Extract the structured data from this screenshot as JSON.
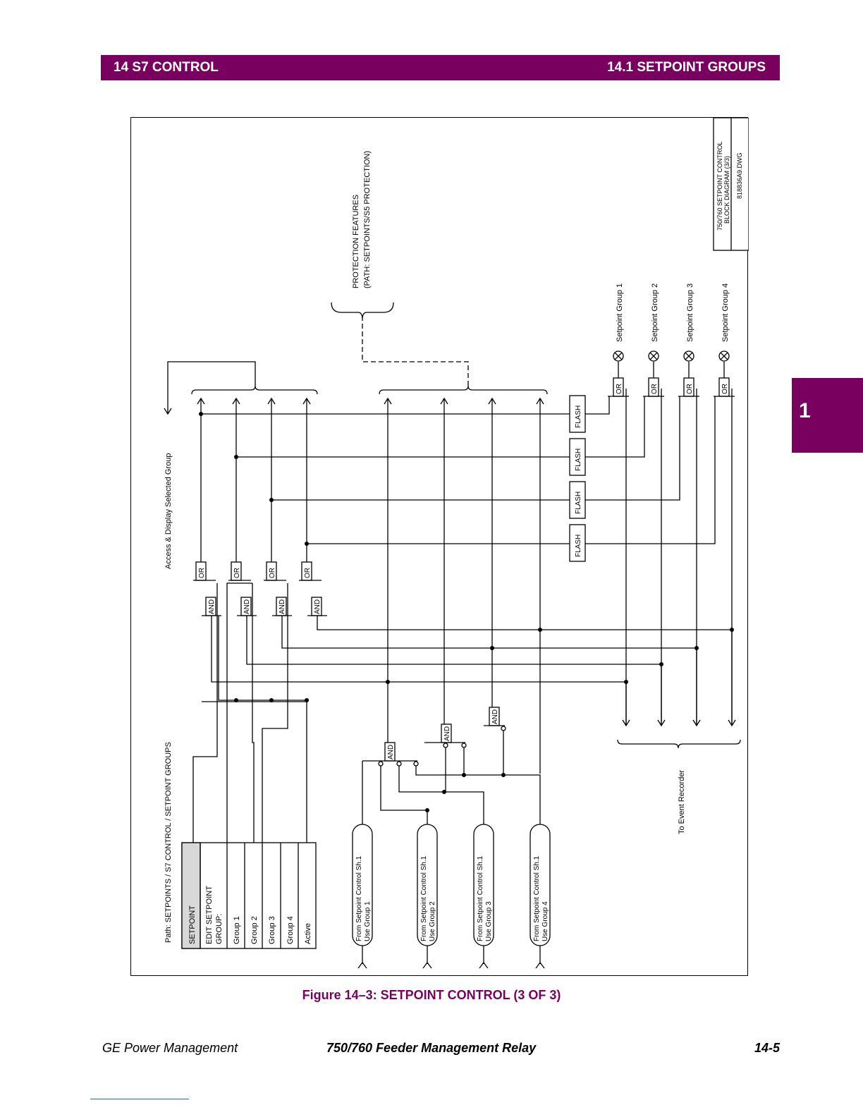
{
  "header": {
    "chapter": "14 S7 CONTROL",
    "section": "14.1 SETPOINT GROUPS"
  },
  "side_tab": {
    "label": "1"
  },
  "diagram": {
    "path_label": "Path:  SETPOINTS  /  S7  CONTROL  /  SETPOINT  GROUPS",
    "access_label": "Access  &  Display  Selected  Group",
    "protection_label_1": "PROTECTION  FEATURES",
    "protection_label_2": "(PATH:  SETPOINTS/S5  PROTECTION)",
    "title_block_1": "750/760  SETPOINT  CONTROL",
    "title_block_2": "BLOCK  DIAGRAM  (3/3)",
    "drawing_number": "818836A9.DWG",
    "event_recorder_label": "To  Event  Recorder",
    "setpoint_table": {
      "header": "SETPOINT",
      "title_1": "EDIT  SETPOINT",
      "title_2": "GROUP:",
      "rows": [
        "Group  1",
        "Group  2",
        "Group  3",
        "Group  4",
        "Active"
      ]
    },
    "from_blocks": [
      {
        "line1": "From  Setpoint  Control  Sh.1",
        "line2": "Use  Group  1"
      },
      {
        "line1": "From  Setpoint  Control  Sh.1",
        "line2": "Use  Group  2"
      },
      {
        "line1": "From  Setpoint  Control  Sh.1",
        "line2": "Use  Group  3"
      },
      {
        "line1": "From  Setpoint  Control  Sh.1",
        "line2": "Use  Group  4"
      }
    ],
    "outputs": [
      "Setpoint  Group  1",
      "Setpoint  Group  2",
      "Setpoint  Group  3",
      "Setpoint  Group  4"
    ],
    "gate_or": "OR",
    "gate_and": "AND",
    "gate_flash": "FLASH"
  },
  "caption": "Figure 14–3: SETPOINT CONTROL (3 OF 3)",
  "footer": {
    "left": "GE Power Management",
    "center": "750/760 Feeder Management Relay",
    "right": "14-5"
  }
}
